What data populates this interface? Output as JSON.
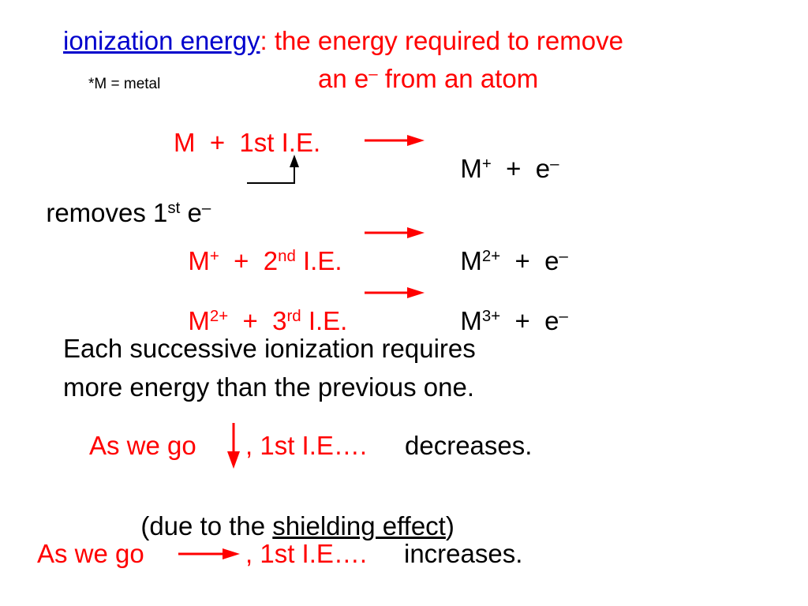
{
  "definition": {
    "term": "ionization energy",
    "colon": ":",
    "line1": "the energy required to remove",
    "line2_pre": "an e",
    "line2_sup": "–",
    "line2_post": " from an atom"
  },
  "note": "*M = metal",
  "eq1": {
    "lhs": "M  +  1st I.E.",
    "rhs_base": "M",
    "rhs_sup": "+",
    "rhs_tail": "  +  e",
    "rhs_tail_sup": "–"
  },
  "removes": {
    "text": "removes 1",
    "sup": "st",
    "post": " e",
    "post_sup": "–"
  },
  "eq2": {
    "lhs_base": "M",
    "lhs_sup": "+",
    "lhs_mid": "  +  2",
    "lhs_mid_sup": "nd",
    "lhs_end": " I.E.",
    "rhs_base": "M",
    "rhs_sup": "2+",
    "rhs_tail": "  +  e",
    "rhs_tail_sup": "–"
  },
  "eq3": {
    "lhs_base": "M",
    "lhs_sup": "2+",
    "lhs_mid": "  +  3",
    "lhs_mid_sup": "rd",
    "lhs_end": " I.E.",
    "rhs_base": "M",
    "rhs_sup": "3+",
    "rhs_tail": "  +  e",
    "rhs_tail_sup": "–"
  },
  "successive": {
    "line1": "Each successive ionization requires",
    "line2": "more energy than the previous one."
  },
  "trend_down": {
    "prefix": "As we go",
    "mid": ", 1st I.E….",
    "result": "decreases."
  },
  "shielding": {
    "pre": "(due to the ",
    "term": "shielding effect",
    "post": ")"
  },
  "trend_right": {
    "prefix": "As we go",
    "mid": ", 1st I.E….",
    "result": "increases."
  },
  "colors": {
    "red": "#ff0000",
    "blue": "#0000cc",
    "black": "#000000"
  }
}
